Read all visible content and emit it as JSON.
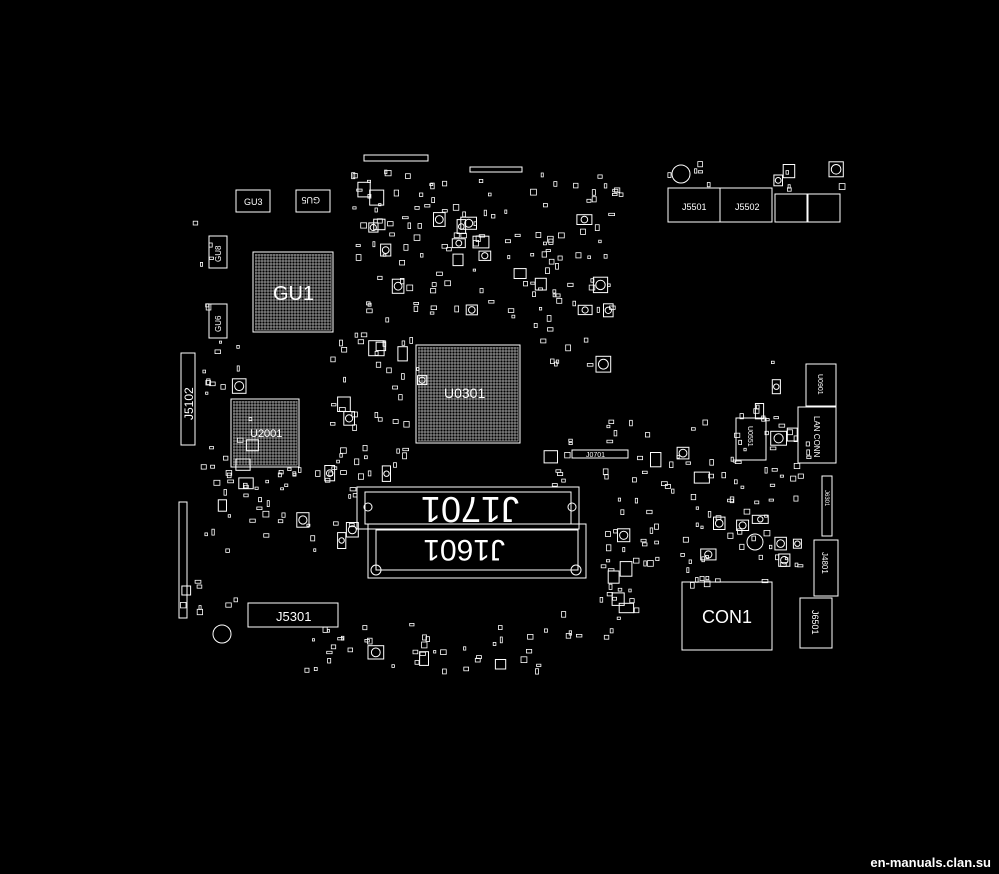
{
  "labels": {
    "gu1": "GU1",
    "u0301": "U0301",
    "u2001": "U2001",
    "j1701": "J1701",
    "j1601": "J1601",
    "j5301": "J5301",
    "con1": "CON1",
    "j5102": "J5102",
    "j5501": "J5501",
    "j5502": "J5502",
    "gu3": "GU3",
    "gu5": "GU5",
    "gu6": "GU6",
    "gu8": "GU8",
    "lan_conn": "LAN CONN",
    "u0901": "U0901",
    "j4801": "J4801",
    "j6301": "J6301",
    "j6501": "J6501",
    "j0701": "J0701",
    "u0551": "U0551"
  },
  "watermark": "en-manuals.clan.su",
  "colors": {
    "background": "#000000",
    "trace": "#ffffff"
  }
}
